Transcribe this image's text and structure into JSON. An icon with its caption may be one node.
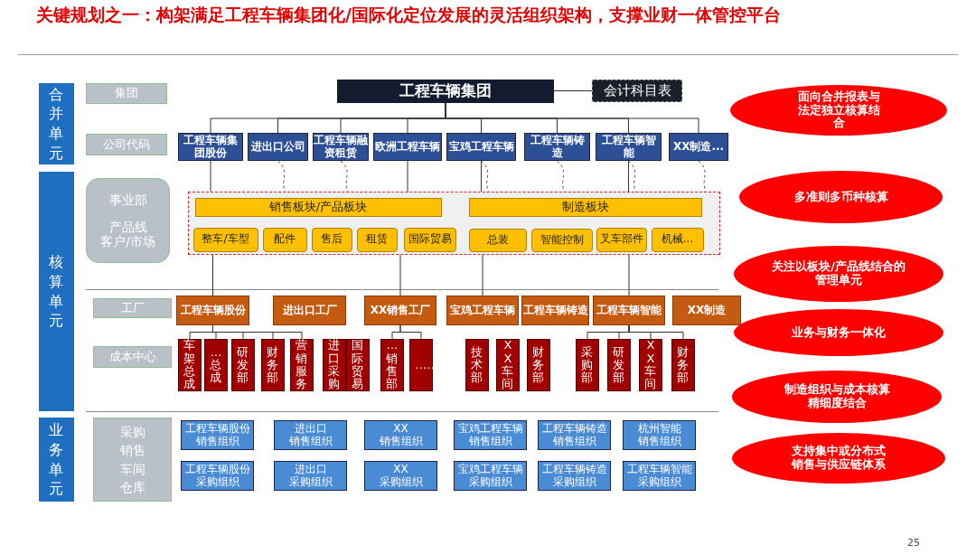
{
  "diagram": {
    "title": "关键规划之一：构架满足工程车辆集团化/国际化定位发展的灵活组织架构，支撑业财一体管控平台",
    "nodes": [
      {
        "text": [
          "合并单元"
        ]
      },
      {
        "text": [
          "集团"
        ]
      },
      {
        "text": [
          "公司代码"
        ]
      },
      {
        "text": [
          "核算单元"
        ]
      },
      {
        "text": [
          "事业部",
          "产品线",
          "客户/市场"
        ]
      },
      {
        "text": [
          "工厂"
        ]
      },
      {
        "text": [
          "成本中心"
        ]
      },
      {
        "text": [
          "业务单元"
        ]
      },
      {
        "text": [
          "采购",
          "销售",
          "车间",
          "仓库"
        ]
      },
      {
        "text": [
          "工程车辆集团"
        ]
      },
      {
        "text": [
          "会计科目表"
        ]
      },
      {
        "text": [
          "工程车辆集团股份"
        ]
      },
      {
        "text": [
          "进出口公司"
        ]
      },
      {
        "text": [
          "工程车辆融资租赁"
        ]
      },
      {
        "text": [
          "欧洲工程车辆"
        ]
      },
      {
        "text": [
          "宝鸡工程车辆"
        ]
      },
      {
        "text": [
          "工程车辆铸造"
        ]
      },
      {
        "text": [
          "工程车辆智能"
        ]
      },
      {
        "text": [
          "XX制造..."
        ]
      },
      {
        "text": [],
        "shape": "box"
      },
      {
        "text": [
          "销售板块/产品板块"
        ],
        "in": 19
      },
      {
        "text": [
          "制造板块"
        ],
        "in": 19
      },
      {
        "text": [
          "整车/车型"
        ],
        "in": 19
      },
      {
        "text": [
          "配件"
        ],
        "in": 19
      },
      {
        "text": [
          "售后"
        ],
        "in": 19
      },
      {
        "text": [
          "租赁"
        ],
        "in": 19
      },
      {
        "text": [
          "国际贸易"
        ],
        "in": 19
      },
      {
        "text": [
          "总装"
        ],
        "in": 19
      },
      {
        "text": [
          "智能控制"
        ],
        "in": 19
      },
      {
        "text": [
          "叉车部件"
        ],
        "in": 19
      },
      {
        "text": [
          "机械..."
        ],
        "in": 19
      },
      {
        "text": [
          "工程车辆股份"
        ]
      },
      {
        "text": [
          "进出口工厂"
        ]
      },
      {
        "text": [
          "XX销售工厂"
        ]
      },
      {
        "text": [
          "宝鸡工程车辆"
        ]
      },
      {
        "text": [
          "工程车辆铸造"
        ]
      },
      {
        "text": [
          "工程车辆智能"
        ]
      },
      {
        "text": [
          "XX制造"
        ]
      },
      {
        "text": [
          "车架总成"
        ]
      },
      {
        "text": [
          "…总成"
        ]
      },
      {
        "text": [
          "研发部"
        ]
      },
      {
        "text": [
          "财务部"
        ]
      },
      {
        "text": [
          "营销服务"
        ]
      },
      {
        "text": [
          "进口采购"
        ]
      },
      {
        "text": [
          "国际贸易"
        ]
      },
      {
        "text": [
          "…销售部"
        ]
      },
      {
        "text": [
          "……"
        ]
      },
      {
        "text": [
          "技术部"
        ]
      },
      {
        "text": [
          "XX车间"
        ]
      },
      {
        "text": [
          "财务部"
        ]
      },
      {
        "text": [
          "采购部"
        ]
      },
      {
        "text": [
          "研发部"
        ]
      },
      {
        "text": [
          "XX车间"
        ]
      },
      {
        "text": [
          "财务部"
        ]
      },
      {
        "text": [
          "工程车辆股份",
          "销售组织"
        ]
      },
      {
        "text": [
          "进出口",
          "销售组织"
        ]
      },
      {
        "text": [
          "XX",
          "销售组织"
        ]
      },
      {
        "text": [
          "宝鸡工程车辆",
          "销售组织"
        ]
      },
      {
        "text": [
          "工程车辆铸造",
          "销售组织"
        ]
      },
      {
        "text": [
          "杭州智能",
          "销售组织"
        ]
      },
      {
        "text": [
          "工程车辆股份",
          "采购组织"
        ]
      },
      {
        "text": [
          "进出口",
          "采购组织"
        ]
      },
      {
        "text": [
          "XX",
          "采购组织"
        ]
      },
      {
        "text": [
          "宝鸡工程车辆",
          "采购组织"
        ]
      },
      {
        "text": [
          "工程车辆铸造",
          "采购组织"
        ]
      },
      {
        "text": [
          "工程车辆智能",
          "采购组织"
        ]
      },
      {
        "text": [
          "面向合并报表与法定独立核算结合"
        ]
      },
      {
        "text": [
          "多准则多币种核算"
        ]
      },
      {
        "text": [
          "关注以板块/产品线结合的管理单元"
        ]
      },
      {
        "text": [
          "业务与财务一体化"
        ]
      },
      {
        "text": [
          "制造组织与成本核算精细度结合"
        ]
      },
      {
        "text": [
          "支持集中或分布式销售与供应链体系"
        ]
      }
    ],
    "edges": [
      {
        "from": 9,
        "to": 10,
        "arrow": "none"
      },
      {
        "from": 9,
        "to": 11,
        "arrow": "none"
      },
      {
        "from": 9,
        "to": 12,
        "arrow": "none"
      },
      {
        "from": 9,
        "to": 13,
        "arrow": "none"
      },
      {
        "from": 9,
        "to": 14,
        "arrow": "none"
      },
      {
        "from": 9,
        "to": 15,
        "arrow": "none"
      },
      {
        "from": 9,
        "to": 16,
        "arrow": "none"
      },
      {
        "from": 9,
        "to": 17,
        "arrow": "none"
      },
      {
        "from": 9,
        "to": 18,
        "arrow": "none"
      },
      {
        "from": 12,
        "to": 19,
        "arrow": "none",
        "style": "dashed"
      },
      {
        "from": 13,
        "to": 19,
        "arrow": "none",
        "style": "dashed"
      },
      {
        "from": 15,
        "to": 19,
        "arrow": "none",
        "style": "dashed"
      },
      {
        "from": 16,
        "to": 19,
        "arrow": "none",
        "style": "dashed"
      },
      {
        "from": 17,
        "to": 19,
        "arrow": "none",
        "style": "dashed"
      },
      {
        "from": 18,
        "to": 19,
        "arrow": "none",
        "style": "dashed"
      },
      {
        "from": 11,
        "to": 19,
        "arrow": "none"
      },
      {
        "from": 14,
        "to": 19,
        "arrow": "none"
      },
      {
        "from": 15,
        "to": 19,
        "arrow": "none"
      },
      {
        "from": 17,
        "to": 19,
        "arrow": "none"
      },
      {
        "from": 19,
        "to": 31,
        "arrow": "none"
      },
      {
        "from": 19,
        "to": 33,
        "arrow": "none"
      },
      {
        "from": 19,
        "to": 34,
        "arrow": "none"
      },
      {
        "from": 19,
        "to": 36,
        "arrow": "none"
      },
      {
        "from": 31,
        "to": 38,
        "arrow": "none"
      },
      {
        "from": 31,
        "to": 39,
        "arrow": "none"
      },
      {
        "from": 31,
        "to": 40,
        "arrow": "none"
      },
      {
        "from": 31,
        "to": 41,
        "arrow": "none"
      },
      {
        "from": 31,
        "to": 42,
        "arrow": "none"
      },
      {
        "from": 33,
        "to": 45,
        "arrow": "none"
      },
      {
        "from": 33,
        "to": 46,
        "arrow": "none"
      },
      {
        "from": 36,
        "to": 50,
        "arrow": "none"
      },
      {
        "from": 36,
        "to": 51,
        "arrow": "none"
      },
      {
        "from": 36,
        "to": 52,
        "arrow": "none"
      },
      {
        "from": 36,
        "to": 53,
        "arrow": "none"
      }
    ],
    "labels": [
      "25"
    ]
  }
}
